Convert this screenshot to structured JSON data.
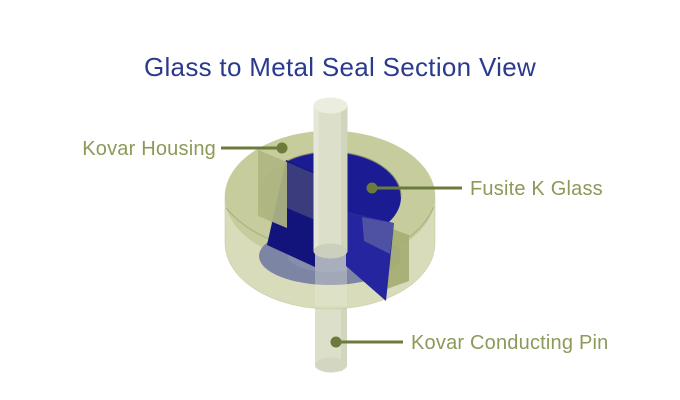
{
  "title": "Glass to Metal Seal Section View",
  "diagram": {
    "description": "Isometric cutaway section of a glass-to-metal hermetic seal",
    "labels": [
      {
        "id": "kovar-housing",
        "text": "Kovar Housing"
      },
      {
        "id": "fusite-k-glass",
        "text": "Fusite K Glass"
      },
      {
        "id": "kovar-conducting-pin",
        "text": "Kovar Conducting Pin"
      }
    ]
  },
  "palette": {
    "title_navy": "#2c3a8c",
    "label_olive": "#8b9a59",
    "leader_olive": "#6c7b3c",
    "housing_body": "#d8dcba",
    "housing_rim": "#c6cc9c",
    "housing_inner": "#a8ae8d",
    "housing_cut": "#b0b681",
    "housing_cut_right": "#a7ae74",
    "glass_top": "#1b1b94",
    "glass_cut_left": "#13137c",
    "glass_cut_right": "#2525a0",
    "glass_lower": "#7d85a5",
    "pin_body": "#dce0ca",
    "pin_cap": "#ebedde",
    "pin_base": "#cbcfbd",
    "background": "#ffffff"
  }
}
